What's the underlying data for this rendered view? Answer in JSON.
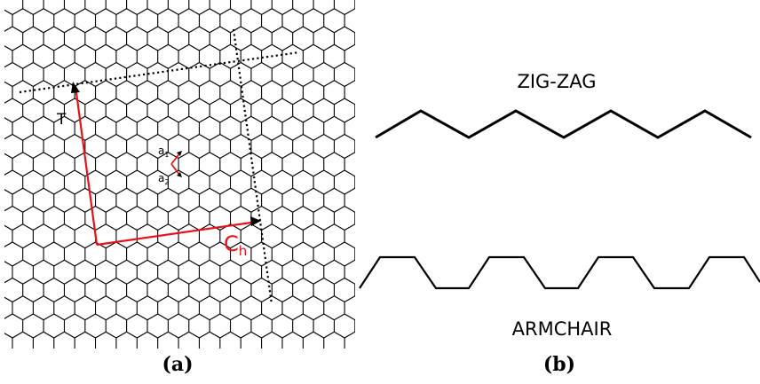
{
  "panel_a": {
    "caption": "(a)",
    "translation_label": "T",
    "chiral_label_main": "C",
    "chiral_label_sub": "h",
    "a1_main": "a",
    "a1_sub": "1",
    "a2_main": "a",
    "a2_sub": "2"
  },
  "panel_b": {
    "caption": "(b)",
    "zigzag_label": "ZIG-ZAG",
    "armchair_label": "ARMCHAIR"
  },
  "colors": {
    "lattice": "#000000",
    "vector_red": "#e8101a",
    "dotted": "#000000"
  }
}
